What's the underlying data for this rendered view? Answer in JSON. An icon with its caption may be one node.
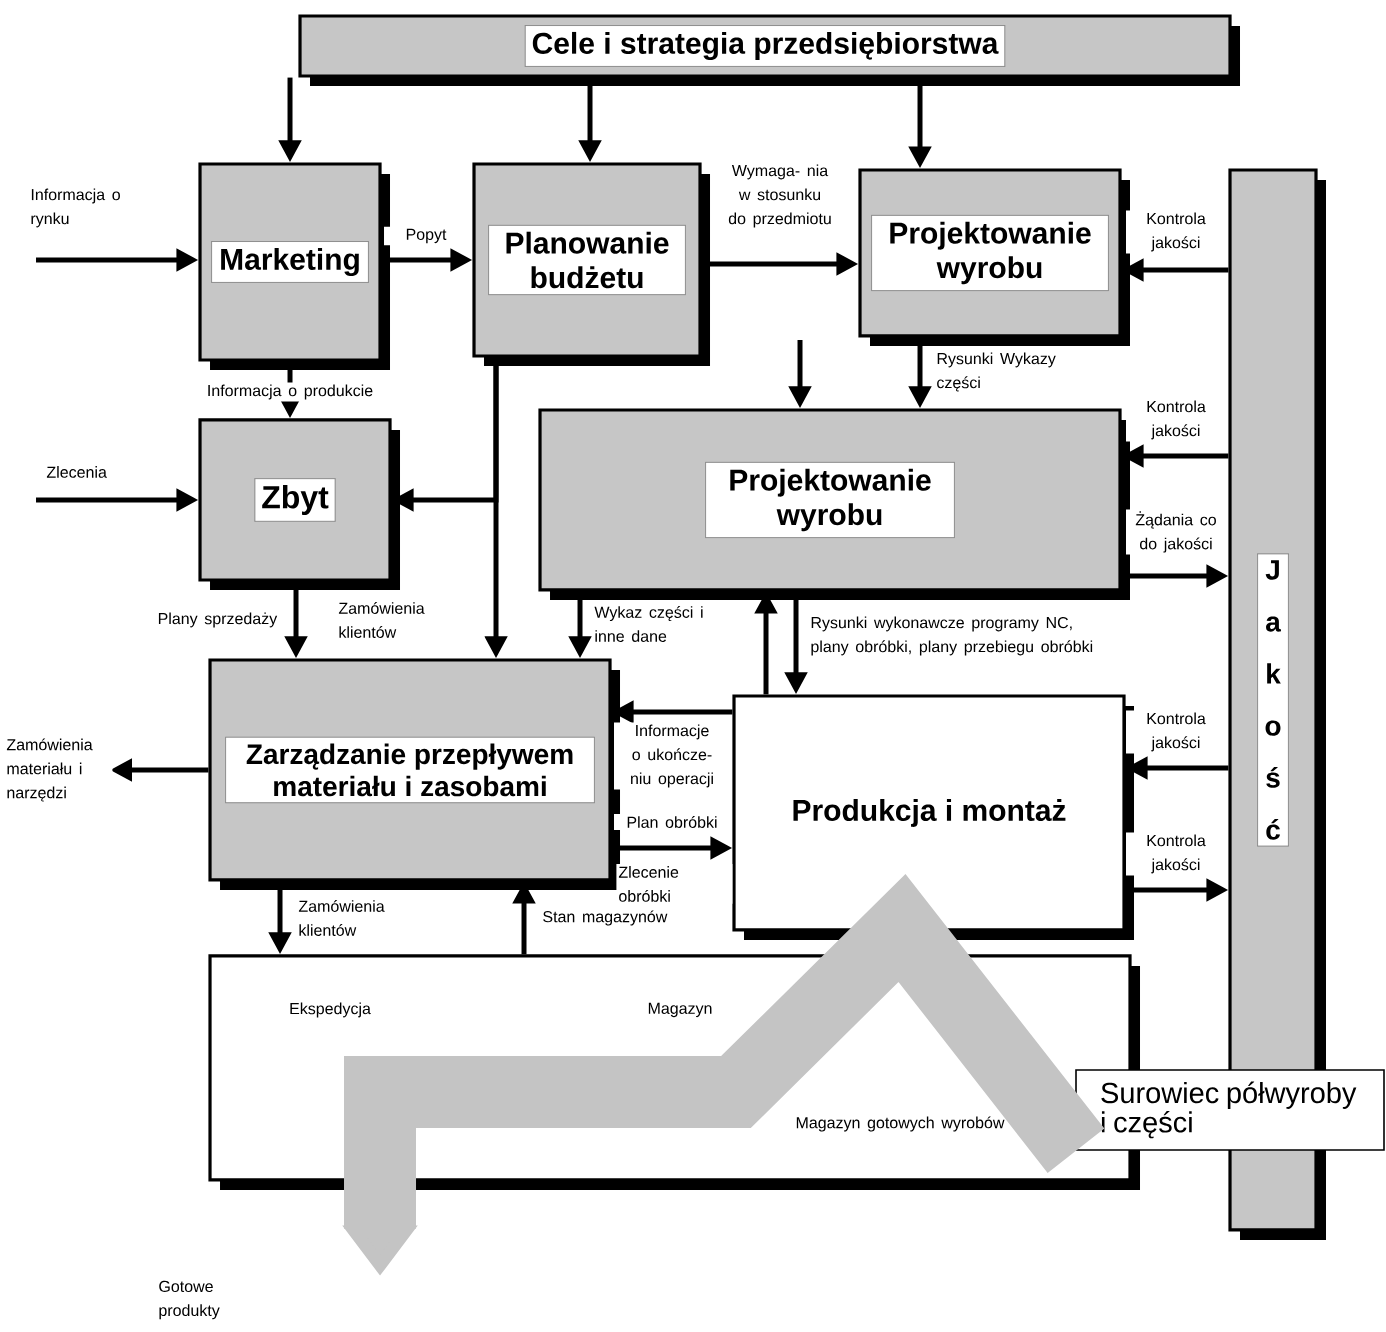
{
  "diagram": {
    "nodes": [
      {
        "text": [
          "Cele i strategia przedsiębiorstwa"
        ]
      },
      {
        "text": [
          "Marketing"
        ]
      },
      {
        "text": [
          "Planowanie budżetu"
        ]
      },
      {
        "text": [
          "Projektowanie wyrobu"
        ]
      },
      {
        "text": [
          "J a k o ś ć"
        ]
      },
      {
        "text": [
          "Zbyt"
        ]
      },
      {
        "text": [
          "Projektowanie wyrobu"
        ]
      },
      {
        "text": [
          "Zarządzanie przepływem materiału i zasobami"
        ]
      },
      {
        "text": [
          "Produkcja i montaż"
        ]
      },
      {
        "text": [
          "Ekspedycja",
          "Magazyn",
          "Magazyn gotowych wyrobów"
        ]
      },
      {
        "text": [
          "Surowiec półwyroby i części"
        ]
      }
    ],
    "edges": [
      {
        "from": 0,
        "to": 1,
        "arrow": "to"
      },
      {
        "from": 0,
        "to": 2,
        "arrow": "to"
      },
      {
        "from": 0,
        "to": 3,
        "arrow": "to"
      },
      {
        "from": null,
        "to": 1,
        "arrow": "to",
        "label": "Informacja o rynku"
      },
      {
        "from": 1,
        "to": 2,
        "arrow": "to",
        "label": "Popyt"
      },
      {
        "from": 2,
        "to": 3,
        "arrow": "to",
        "label": "Wymaga- nia w stosunku do przedmiotu"
      },
      {
        "from": null,
        "to": 6,
        "arrow": "to"
      },
      {
        "from": 3,
        "to": 6,
        "arrow": "to",
        "label": "Rysunki Wykazy części"
      },
      {
        "from": 4,
        "to": 3,
        "arrow": "to",
        "label": "Kontrola jakości"
      },
      {
        "from": 4,
        "to": 6,
        "arrow": "to",
        "label": "Kontrola jakości"
      },
      {
        "from": 6,
        "to": 4,
        "arrow": "to",
        "label": "Żądania co do jakości"
      },
      {
        "from": 1,
        "to": 5,
        "arrow": "to",
        "label": "Informacja o produkcie"
      },
      {
        "from": 2,
        "to": 5,
        "arrow": "to"
      },
      {
        "from": 2,
        "to": 7,
        "arrow": "to"
      },
      {
        "from": null,
        "to": 5,
        "arrow": "to",
        "label": "Zlecenia"
      },
      {
        "from": 5,
        "to": 7,
        "arrow": "to",
        "label": "Plany sprzedaży"
      },
      {
        "from": 6,
        "to": 7,
        "arrow": "to",
        "label": "Wykaz części i inne dane"
      },
      {
        "from": 8,
        "to": 6,
        "arrow": "to"
      },
      {
        "from": 6,
        "to": 8,
        "arrow": "to",
        "label": "Rysunki wykonawcze programy NC, plany obróbki, plany przebiegu obróbki"
      },
      {
        "from": 8,
        "to": 7,
        "arrow": "to",
        "label": "Informacje o ukończe- niu operacji"
      },
      {
        "from": 7,
        "to": 8,
        "arrow": "to",
        "label": "Plan obróbki"
      },
      {
        "from": 4,
        "to": 8,
        "arrow": "to",
        "label": "Kontrola jakości"
      },
      {
        "from": 8,
        "to": 4,
        "arrow": "to",
        "label": "Kontrola jakości"
      },
      {
        "from": 7,
        "to": null,
        "arrow": "to",
        "label": "Zamówienia materiału i narzędzi"
      },
      {
        "from": 7,
        "to": 9,
        "arrow": "to",
        "label": "Zamówienia klientów"
      },
      {
        "from": 9,
        "to": 7,
        "arrow": "to",
        "label": "Stan magazynów"
      },
      {
        "from": 10,
        "to": null,
        "arrow": "to",
        "style": "thick",
        "color": "#c4c4c4"
      }
    ],
    "labels": [
      "Zamówienia klientów",
      "Zlecenie obróbki",
      "Gotowe produkty"
    ]
  }
}
